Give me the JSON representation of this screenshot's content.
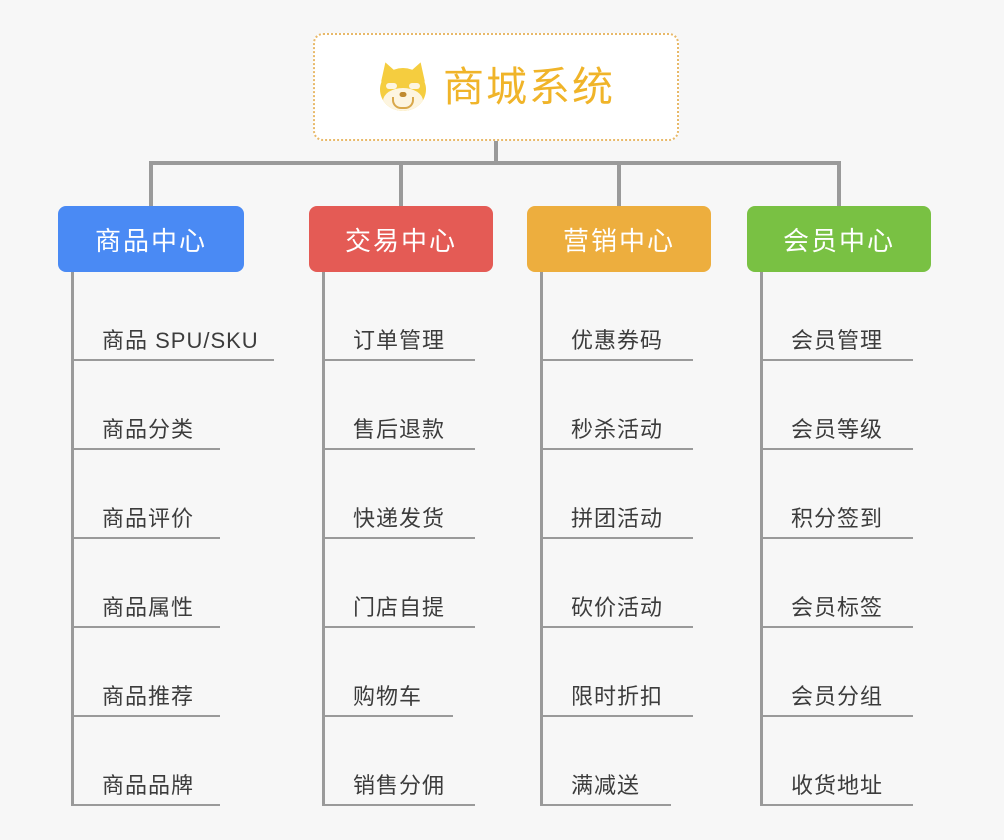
{
  "root": {
    "title": "商城系统",
    "icon": "shiba-dog-icon",
    "text_color": "#f0b429",
    "border_color": "#e8b96a"
  },
  "branches": [
    {
      "label": "商品中心",
      "color": "#4a8af4",
      "items": [
        "商品 SPU/SKU",
        "商品分类",
        "商品评价",
        "商品属性",
        "商品推荐",
        "商品品牌"
      ]
    },
    {
      "label": "交易中心",
      "color": "#e45b55",
      "items": [
        "订单管理",
        "售后退款",
        "快递发货",
        "门店自提",
        "购物车",
        "销售分佣"
      ]
    },
    {
      "label": "营销中心",
      "color": "#edae3e",
      "items": [
        "优惠券码",
        "秒杀活动",
        "拼团活动",
        "砍价活动",
        "限时折扣",
        "满减送"
      ]
    },
    {
      "label": "会员中心",
      "color": "#79c143",
      "items": [
        "会员管理",
        "会员等级",
        "积分签到",
        "会员标签",
        "会员分组",
        "收货地址"
      ]
    }
  ],
  "theme": {
    "background": "#f7f7f7",
    "connector_color": "#9a9a9a",
    "leaf_text_color": "#3c3c3c"
  }
}
